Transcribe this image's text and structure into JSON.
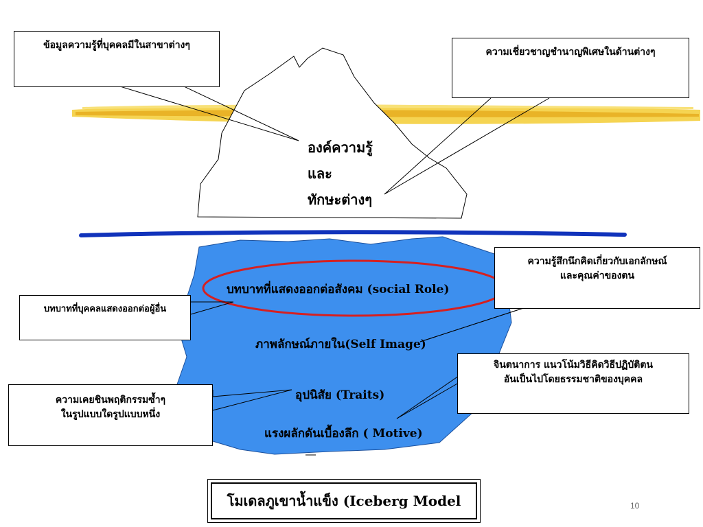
{
  "top_iceberg": {
    "lines": [
      "องค์ความรู้",
      "และ",
      "ทักษะต่างๆ"
    ]
  },
  "callouts": {
    "knowledge": "ข้อมูลความรู้ที่บุคคลมีในสาขาต่างๆ",
    "expertise": "ความเชี่ยวชาญชำนาญพิเศษในด้านต่างๆ",
    "self_feeling": [
      "ความรู้สึกนึกคิดเกี่ยวกับเอกลักษณ์",
      "และคุณค่าของตน"
    ],
    "role_shown": "บทบาทที่บุคคลแสดงออกต่อผู้อื่น",
    "habit": [
      "ความเคยชินพฤติกรรมซ้ำๆ",
      "ในรูปแบบใดรูปแบบหนึ่ง"
    ],
    "imagination": [
      "จินตนาการ แนวโน้มวิธีคิดวิธีปฏิบัติตน",
      "อันเป็นไปโดยธรรมชาติของบุคคล"
    ]
  },
  "underwater": {
    "social_role": "บทบาทที่แสดงออกต่อสังคม (social Role)",
    "self_image": "ภาพลักษณ์ภายใน(Self Image)",
    "traits": "อุปนิสัย (Traits)",
    "motive": "แรงผลักดันเบื้องลึก ( Motive)"
  },
  "title": "โมเดลภูเขาน้ำแข็ง  (Iceberg Model",
  "page_number": "10",
  "colors": {
    "iceberg_fill": "#3d8fee",
    "waterline": "#1133bb",
    "highlight_ellipse": "#d62020",
    "sun_band": "#f2c21a"
  }
}
